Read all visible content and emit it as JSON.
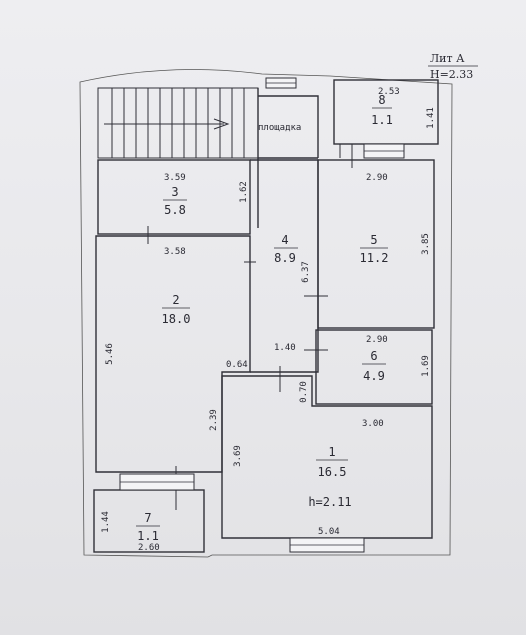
{
  "header": {
    "lit": "Лит А",
    "height": "H=2.33"
  },
  "landing_label": "площадка",
  "rooms": [
    {
      "num": "1",
      "area": "16.5",
      "extra": "h=2.11"
    },
    {
      "num": "2",
      "area": "18.0"
    },
    {
      "num": "3",
      "area": "5.8"
    },
    {
      "num": "4",
      "area": "8.9"
    },
    {
      "num": "5",
      "area": "11.2"
    },
    {
      "num": "6",
      "area": "4.9"
    },
    {
      "num": "7",
      "area": "1.1"
    },
    {
      "num": "8",
      "area": "1.1"
    }
  ],
  "dimensions": {
    "r8_top": "2.53",
    "r8_right": "1.41",
    "r3_top": "3.59",
    "r3_right": "1.62",
    "r3_bottom": "3.58",
    "r5_top": "2.90",
    "r5_right": "3.85",
    "r4_right": "6.37",
    "r2_left": "5.46",
    "r2_inner": "0.64",
    "r2_right": "2.39",
    "r4_bottom": "1.40",
    "r6_top": "2.90",
    "r6_right": "1.69",
    "r1_left_gap": "0.70",
    "r1_top": "3.00",
    "r1_left": "3.69",
    "r1_bottom": "5.04",
    "r7_left": "1.44",
    "r7_bottom": "2.60"
  }
}
